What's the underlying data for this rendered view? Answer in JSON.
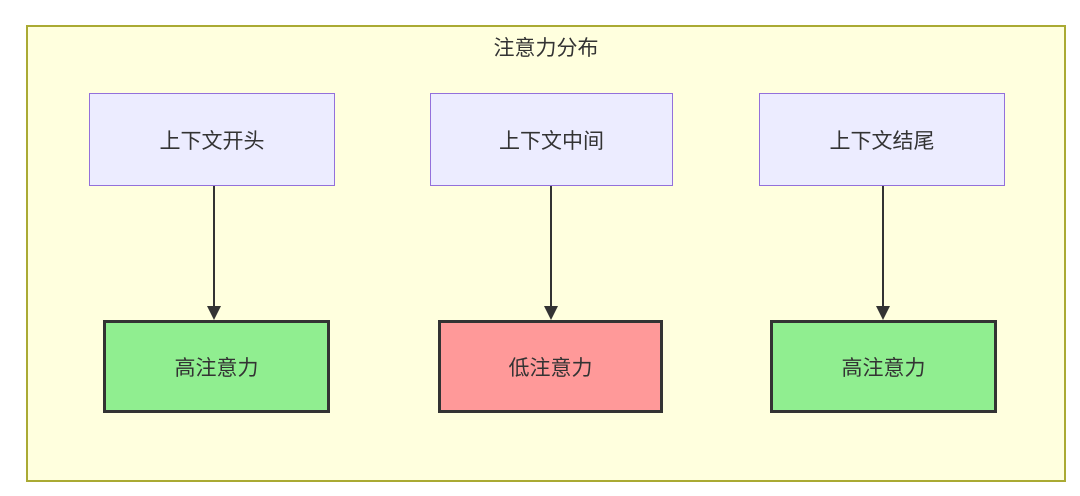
{
  "diagram": {
    "title": "注意力分布",
    "columns": [
      {
        "source": "上下文开头",
        "target": "高注意力",
        "target_type": "high"
      },
      {
        "source": "上下文中间",
        "target": "低注意力",
        "target_type": "low"
      },
      {
        "source": "上下文结尾",
        "target": "高注意力",
        "target_type": "high"
      }
    ]
  },
  "colors": {
    "page_bg": "#ffffff",
    "container_fill": "#ffffde",
    "container_border": "#aaaa33",
    "source_fill": "#ececff",
    "source_border": "#9370db",
    "high_fill": "#90ee90",
    "low_fill": "#ff9999",
    "target_border": "#333333",
    "arrow": "#333333",
    "text": "#333333"
  }
}
